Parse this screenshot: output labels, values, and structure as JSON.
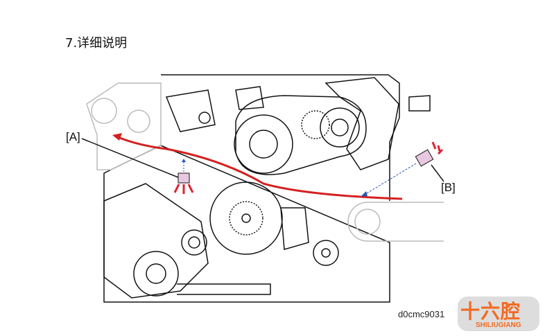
{
  "section_title": "7.详细说明",
  "diagram": {
    "label_a": "[A]",
    "label_b": "[B]",
    "figure_code": "d0cmc9031",
    "colors": {
      "paper_path": "#d42020",
      "sensor": "#e8c8e0",
      "light_ray": "#2a55b0",
      "emitter": "#e02030"
    }
  },
  "watermark": {
    "logo_cn": "十六腔",
    "logo_en": "SHILIUGIANG"
  }
}
